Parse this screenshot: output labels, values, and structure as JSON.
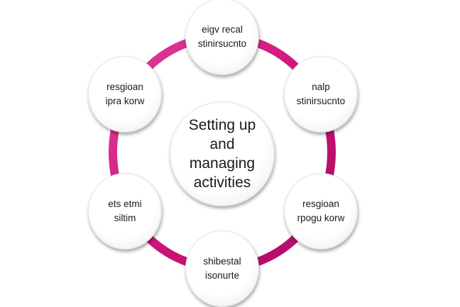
{
  "diagram": {
    "type": "cycle",
    "ring_color": "#d0157a",
    "center": {
      "lines": [
        "Setting up",
        "and",
        "managing",
        "activities"
      ]
    },
    "nodes": [
      {
        "position": "top",
        "lines": [
          "eigv recal",
          "stinirsucnto"
        ]
      },
      {
        "position": "top-right",
        "lines": [
          "nalp",
          "stinirsucnto"
        ]
      },
      {
        "position": "bottom-right",
        "lines": [
          "resgioan",
          "rpogu korw"
        ]
      },
      {
        "position": "bottom",
        "lines": [
          "shibestal",
          "isonurte"
        ]
      },
      {
        "position": "bottom-left",
        "lines": [
          "ets etmi",
          "siltim"
        ]
      },
      {
        "position": "top-left",
        "lines": [
          "resgioan",
          "ipra korw"
        ]
      }
    ]
  }
}
